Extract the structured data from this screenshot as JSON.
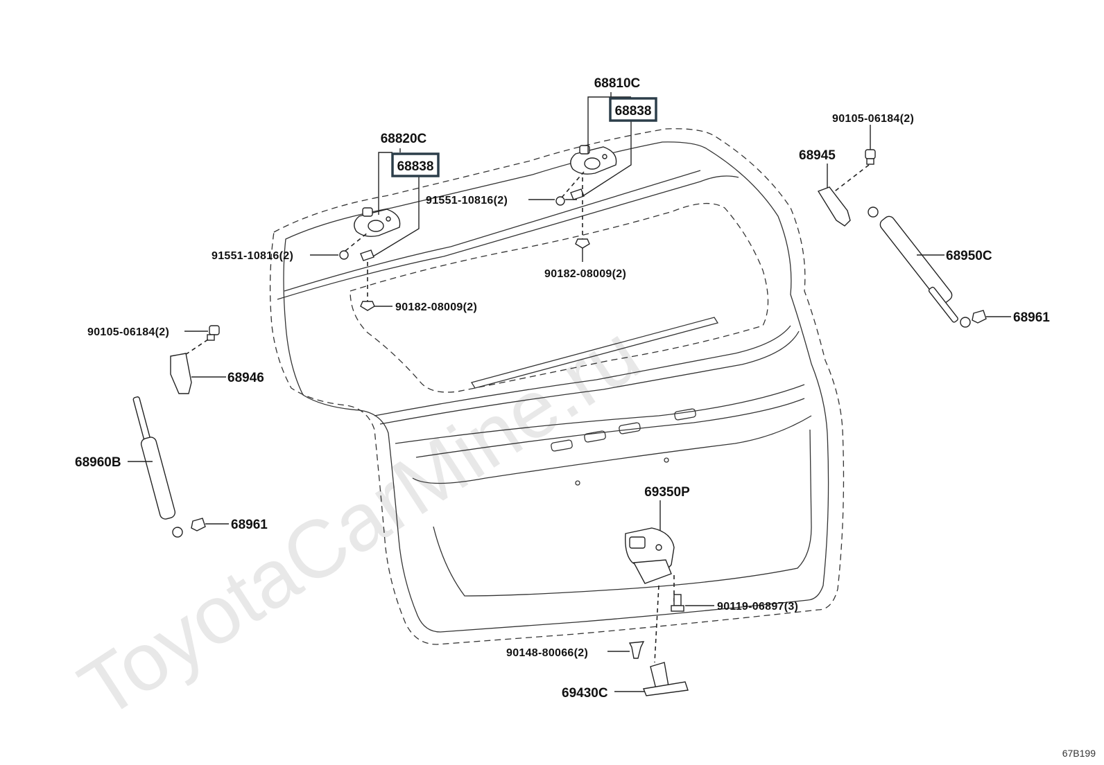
{
  "watermark": "ToyotaCarMine.ru",
  "diagram_code": "67B199",
  "labels": {
    "hinge_assy_right": "68810C",
    "hinge_assy_left": "68820C",
    "hinge_part_right": "68838",
    "hinge_part_left": "68838",
    "bolt_hinge_right": "91551-10816(2)",
    "bolt_hinge_left": "91551-10816(2)",
    "nut_right": "90182-08009(2)",
    "nut_left": "90182-08009(2)",
    "bolt_bracket_right": "90105-06184(2)",
    "bolt_bracket_left": "90105-06184(2)",
    "bracket_right": "68945",
    "bracket_left": "68946",
    "damper_right": "68950C",
    "damper_left": "68960B",
    "ball_stud_right": "68961",
    "ball_stud_left": "68961",
    "lock_assy": "69350P",
    "lock_bolt": "90119-06897(3)",
    "clip": "90148-80066(2)",
    "striker": "69430C"
  }
}
